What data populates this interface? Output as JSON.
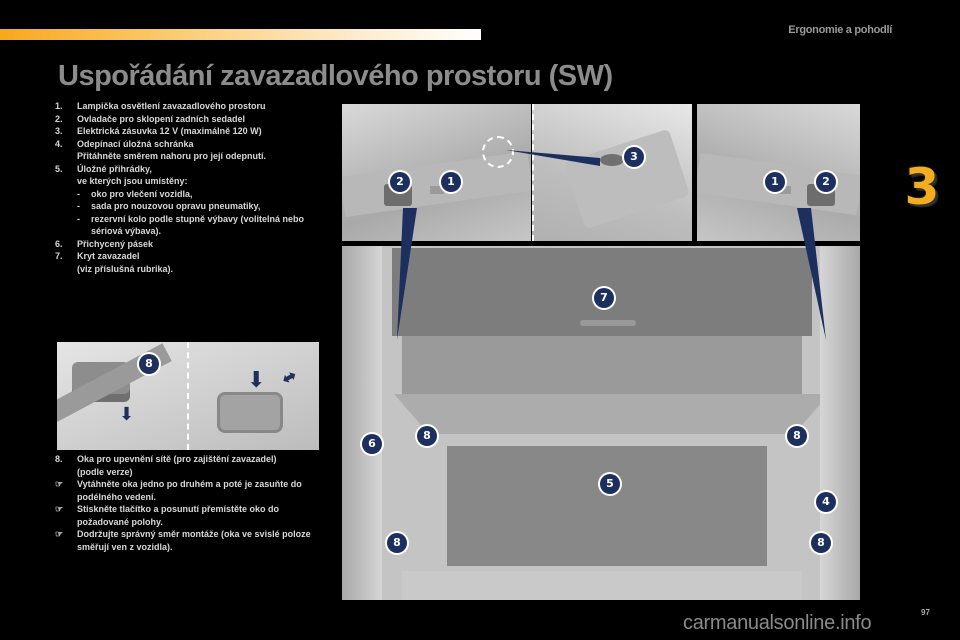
{
  "header": {
    "section_title": "Ergonomie a pohodlí",
    "page_title": "Uspořádání zavazadlového prostoru (SW)",
    "chapter_number": "3",
    "page_number": "97",
    "accent_color": "#f4ad1f"
  },
  "legend_items": [
    {
      "num": "1.",
      "text": "Lampička osvětlení zavazadlového prostoru"
    },
    {
      "num": "2.",
      "text": "Ovladače pro sklopení zadních sedadel"
    },
    {
      "num": "3.",
      "text": "Elektrická zásuvka 12 V (maximálně 120 W)"
    },
    {
      "num": "4.",
      "text": "Odepínací úložná schránka",
      "note": "Přitáhněte směrem nahoru pro její odepnutí."
    },
    {
      "num": "5.",
      "text": "Úložné přihrádky,",
      "note": "ve kterých jsou umístěny:",
      "subitems": [
        "oko pro vlečení vozidla,",
        "sada pro nouzovou opravu pneumatiky,",
        "rezervní kolo podle stupně výbavy (volitelná nebo sériová výbava)."
      ]
    },
    {
      "num": "6.",
      "text": "Přichycený pásek"
    },
    {
      "num": "7.",
      "text": "Kryt zavazadel",
      "note": "(viz příslušná rubrika)."
    }
  ],
  "item8": {
    "num": "8.",
    "text": "Oka pro upevnění sítě (pro zajištění zavazadel)",
    "note": "(podle verze)",
    "steps": [
      "Vytáhněte oka jedno po druhém a poté je zasuňte do podélného vedení.",
      "Stiskněte tlačítko a posunutí přemístěte oko do požadované polohy.",
      "Dodržujte správný směr montáže (oka ve svislé poloze směřují ven z vozidla)."
    ]
  },
  "callouts": {
    "c1": "1",
    "c2": "2",
    "c3": "3",
    "c4": "4",
    "c5": "5",
    "c6": "6",
    "c7": "7",
    "c8": "8"
  },
  "watermark": "carmanualsonline.info"
}
